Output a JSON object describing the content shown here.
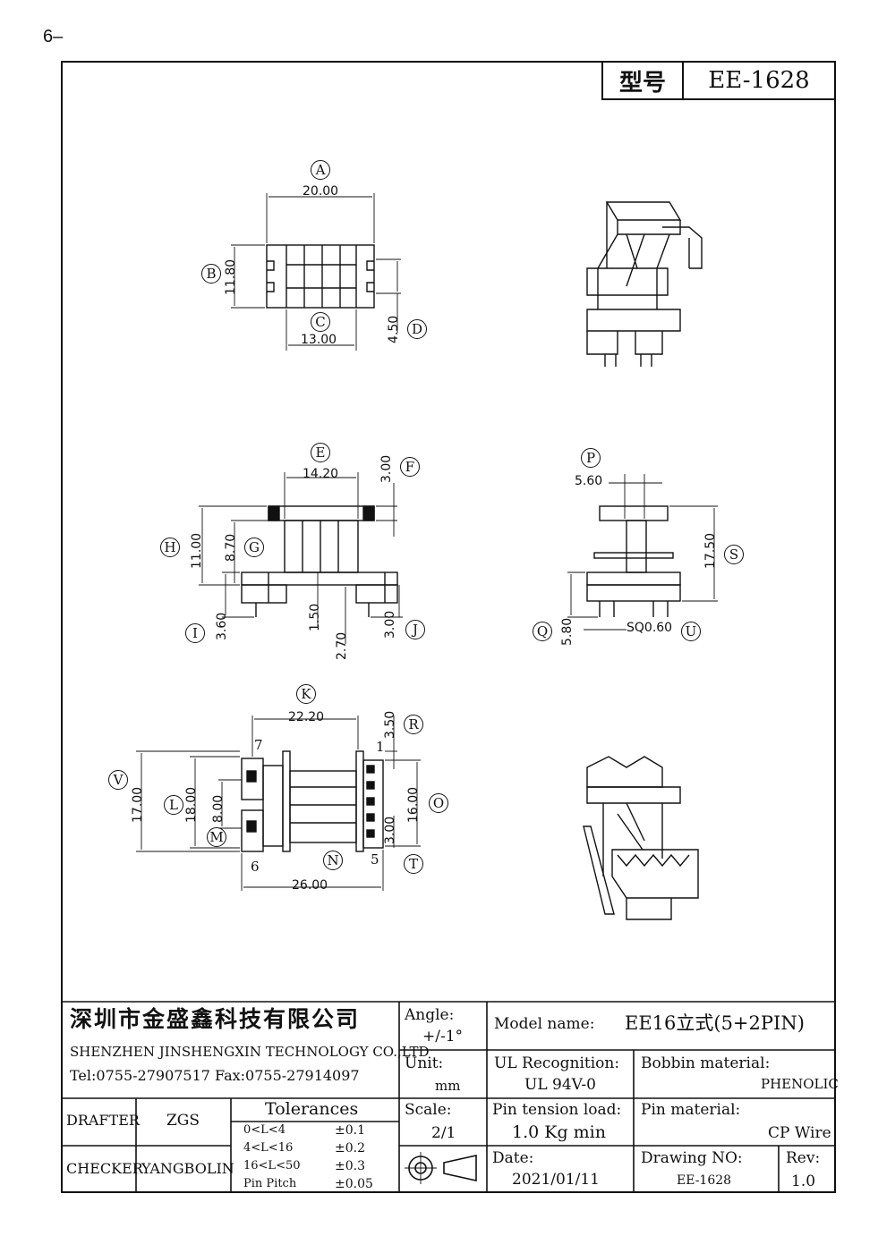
{
  "page_marker": "6–",
  "model_box": {
    "key": "型号",
    "value": "EE-1628"
  },
  "dims": {
    "A": {
      "letter": "A",
      "value": "20.00"
    },
    "B": {
      "letter": "B",
      "value": "11.80"
    },
    "C": {
      "letter": "C",
      "value": "13.00"
    },
    "D": {
      "letter": "D",
      "value": "4.50"
    },
    "E": {
      "letter": "E",
      "value": "14.20"
    },
    "F": {
      "letter": "F",
      "value": "3.00"
    },
    "G": {
      "letter": "G",
      "value": "8.70"
    },
    "H": {
      "letter": "H",
      "value": "11.00"
    },
    "I": {
      "letter": "I",
      "value": "3.60"
    },
    "J": {
      "letter": "J",
      "value": "3.00"
    },
    "J_extra": [
      "1.50",
      "2.70"
    ],
    "P": {
      "letter": "P",
      "value": "5.60"
    },
    "S": {
      "letter": "S",
      "value": "17.50"
    },
    "Q": {
      "letter": "Q",
      "value": "5.80"
    },
    "U": {
      "letter": "U",
      "value": "SQ0.60"
    },
    "K": {
      "letter": "K",
      "value": "22.20"
    },
    "R": {
      "letter": "R",
      "value": "3.50"
    },
    "V": {
      "letter": "V",
      "value": "17.00"
    },
    "L": {
      "letter": "L",
      "value": "18.00"
    },
    "M": {
      "letter": "M",
      "value": "8.00"
    },
    "O": {
      "letter": "O",
      "value": "16.00"
    },
    "T": {
      "letter": "T",
      "value": "3.00"
    },
    "N": {
      "letter": "N",
      "value": "26.00"
    }
  },
  "pin_labels": {
    "p7": "7",
    "p1": "1",
    "p6": "6",
    "p5": "5"
  },
  "title_block": {
    "company_cn": "深圳市金盛鑫科技有限公司",
    "company_en": "SHENZHEN JINSHENGXIN TECHNOLOGY CO.,LTD",
    "tel_fax": "Tel:0755-27907517  Fax:0755-27914097",
    "drafter_label": "DRAFTER",
    "drafter": "ZGS",
    "checker_label": "CHECKER",
    "checker": "YANGBOLIN",
    "tolerances_label": "Tolerances",
    "tolerances": [
      {
        "range": "0<L<4",
        "tol": "±0.1"
      },
      {
        "range": "4<L<16",
        "tol": "±0.2"
      },
      {
        "range": "16<L<50",
        "tol": "±0.3"
      },
      {
        "range": "Pin Pitch",
        "tol": "±0.05"
      }
    ],
    "angle_label": "Angle:",
    "angle": "+/-1°",
    "unit_label": "Unit:",
    "unit": "mm",
    "scale_label": "Scale:",
    "scale": "2/1",
    "model_name_label": "Model name:",
    "model_name": "EE16立式(5+2PIN)",
    "ul_label": "UL Recognition:",
    "ul": "UL 94V-0",
    "bobbin_label": "Bobbin material:",
    "bobbin": "PHENOLIC",
    "pin_tension_label": "Pin tension load:",
    "pin_tension": "1.0 Kg min",
    "pin_material_label": "Pin material:",
    "pin_material": "CP Wire",
    "date_label": "Date:",
    "date": "2021/01/11",
    "drawing_no_label": "Drawing NO:",
    "drawing_no": "EE-1628",
    "rev_label": "Rev:",
    "rev": "1.0"
  }
}
